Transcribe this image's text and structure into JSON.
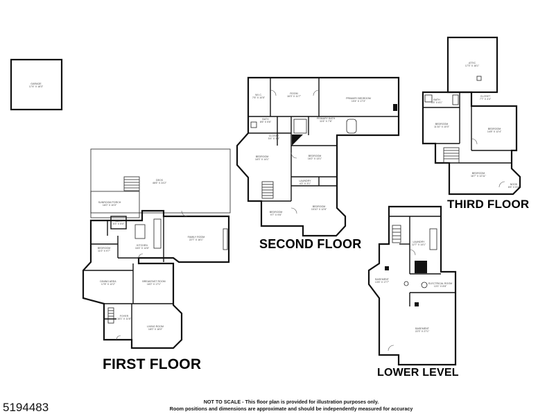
{
  "floors": {
    "first_floor": {
      "title": "FIRST FLOOR",
      "rooms": [
        {
          "name": "DECK",
          "size": "46'6\" X 24'2\""
        },
        {
          "name": "SUNROOM PORCH",
          "size": "16'0\" X 10'0\""
        },
        {
          "name": "BATH",
          "size": "5'3\" X 5'0\""
        },
        {
          "name": "FAMILY ROOM",
          "size": "22'7\" X 16'1\""
        },
        {
          "name": "KITCHEN",
          "size": "16'4\" X 14'6\""
        },
        {
          "name": "BEDROOM",
          "size": "11'0\" X 9'7\""
        },
        {
          "name": "DINING AREA",
          "size": "17'8\" X 12'2\""
        },
        {
          "name": "BREAKFAST ROOM",
          "size": "18'2\" X 17'1\""
        },
        {
          "name": "FOYER",
          "size": "16'1\" X 11'6\""
        },
        {
          "name": "LIVING ROOM",
          "size": "18'0\" X 18'0\""
        }
      ]
    },
    "garage": {
      "name": "GARAGE",
      "size": "17'4\" X 18'3\""
    },
    "second_floor": {
      "title": "SECOND FLOOR",
      "rooms": [
        {
          "name": "W.I.C.",
          "size": "7'6\" X 10'5\""
        },
        {
          "name": "ROOM",
          "size": "16'3\" X 11'7\""
        },
        {
          "name": "PRIMARY BEDROOM",
          "size": "19'4\" X 17'3\""
        },
        {
          "name": "BATH",
          "size": "8'6\" X 5'6\""
        },
        {
          "name": "PRIMARY BATH",
          "size": "11'6\" X 7'6\""
        },
        {
          "name": "CLOSET",
          "size": "5'4\" X 3'4\""
        },
        {
          "name": "BEDROOM",
          "size": "18'3\" X 14'1\""
        },
        {
          "name": "BEDROOM",
          "size": "16'2\" X 13'1\""
        },
        {
          "name": "LAUNDRY",
          "size": "4'2\" X 3'1\""
        },
        {
          "name": "BEDROOM",
          "size": "9'7\" X 9'6\""
        },
        {
          "name": "BEDROOM",
          "size": "15'10\" X 12'6\""
        }
      ]
    },
    "third_floor": {
      "title": "THIRD FLOOR",
      "rooms": [
        {
          "name": "ATTIC",
          "size": "17'3\" X 16'1\""
        },
        {
          "name": "BATH",
          "size": "5'5\" X 6'1\""
        },
        {
          "name": "CLOSET",
          "size": "7'7\" X 4'4\""
        },
        {
          "name": "BEDROOM",
          "size": "11'10\" X 10'0\""
        },
        {
          "name": "BEDROOM",
          "size": "14'8\" X 12'4\""
        },
        {
          "name": "BEDROOM",
          "size": "16'7\" X 12'11\""
        },
        {
          "name": "NOOK",
          "size": "6'6\" X 5'4\""
        }
      ]
    },
    "lower_level": {
      "title": "LOWER LEVEL",
      "rooms": [
        {
          "name": "LAUNDRY",
          "size": "12'7\" X 14'1\""
        },
        {
          "name": "BASEMENT",
          "size": "13'6\" X 17'7\""
        },
        {
          "name": "ELECTRICAL ROOM",
          "size": "13'1\" X 8'8\""
        },
        {
          "name": "BASEMENT",
          "size": "22'3\" X 27'1\""
        }
      ]
    }
  },
  "listing_id": "5194483",
  "disclaimer": {
    "line1": "NOT TO SCALE - This floor plan is provided for illustration purposes only.",
    "line2": "Room positions and dimensions are approximate and should be independently measured for accuracy"
  }
}
